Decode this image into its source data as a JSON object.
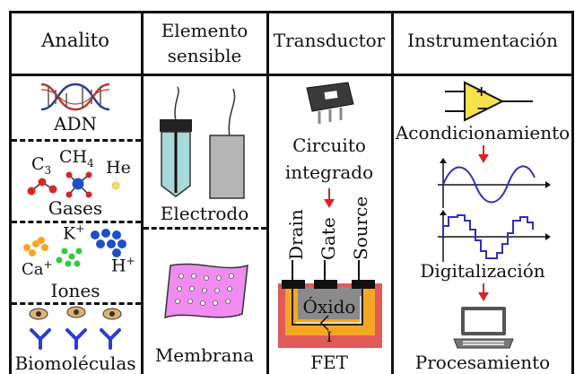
{
  "headers": {
    "analito": "Analito",
    "elemento_line1": "Elemento",
    "elemento_line2": "sensible",
    "transductor": "Transductor",
    "instrumentacion": "Instrumentación"
  },
  "analito": {
    "adn": "ADN",
    "gases": "Gases",
    "gas_c3": "C",
    "gas_c3_sub": "3",
    "gas_ch4": "CH",
    "gas_ch4_sub": "4",
    "gas_he": "He",
    "iones": "Iones",
    "ion_k": "K",
    "ion_k_sup": "+",
    "ion_ca": "Ca",
    "ion_ca_sup": "+",
    "ion_h": "H",
    "ion_h_sup": "+",
    "biomoleculas": "Biomoléculas"
  },
  "elemento": {
    "electrodo": "Electrodo",
    "membrana": "Membrana"
  },
  "transductor": {
    "circuito_line1": "Circuito",
    "circuito_line2": "integrado",
    "drain": "Drain",
    "gate": "Gate",
    "source": "Source",
    "oxido": "Óxido",
    "i_label": "I",
    "fet": "FET"
  },
  "instrumentacion": {
    "acondicionamiento": "Acondicionamiento",
    "digitalizacion": "Digitalización",
    "procesamiento": "Procesamiento",
    "opamp_plus": "+",
    "opamp_minus": "−"
  },
  "colors": {
    "arrow_red": "#d62728",
    "opamp_yellow": "#f6e04b",
    "electrode_teal": "#a9d8d8",
    "membrane_pink": "#f08cf0",
    "fet_red": "#e05a5a",
    "fet_orange": "#f5a623",
    "fet_gray": "#8a8a8a",
    "sine_blue": "#3030c0",
    "dna_red": "#c0392b",
    "dna_blue": "#2c3e9c"
  }
}
